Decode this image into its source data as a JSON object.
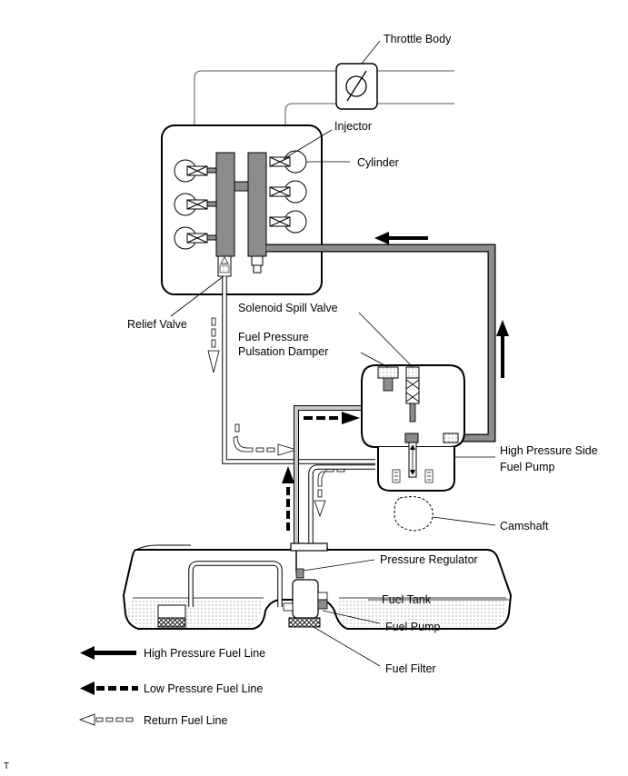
{
  "labels": {
    "throttle_body": "Throttle Body",
    "injector": "Injector",
    "cylinder": "Cylinder",
    "relief_valve": "Relief Valve",
    "solenoid_spill_valve": "Solenoid Spill Valve",
    "fuel_pressure_line1": "Fuel Pressure",
    "fuel_pressure_line2": "Pulsation Damper",
    "high_pressure_pump_line1": "High Pressure Side",
    "high_pressure_pump_line2": "Fuel Pump",
    "camshaft": "Camshaft",
    "pressure_regulator": "Pressure Regulator",
    "fuel_tank": "Fuel Tank",
    "fuel_pump": "Fuel Pump",
    "fuel_filter": "Fuel Filter"
  },
  "legend": {
    "high": "High Pressure Fuel Line",
    "low": "Low Pressure Fuel Line",
    "return": "Return Fuel Line"
  },
  "footer_mark": "T",
  "colors": {
    "high_pressure_pipe": "#8c8c8c",
    "low_pressure_pipe": "#c8c8c8",
    "rail": "#8c8c8c",
    "outline": "#000000"
  }
}
